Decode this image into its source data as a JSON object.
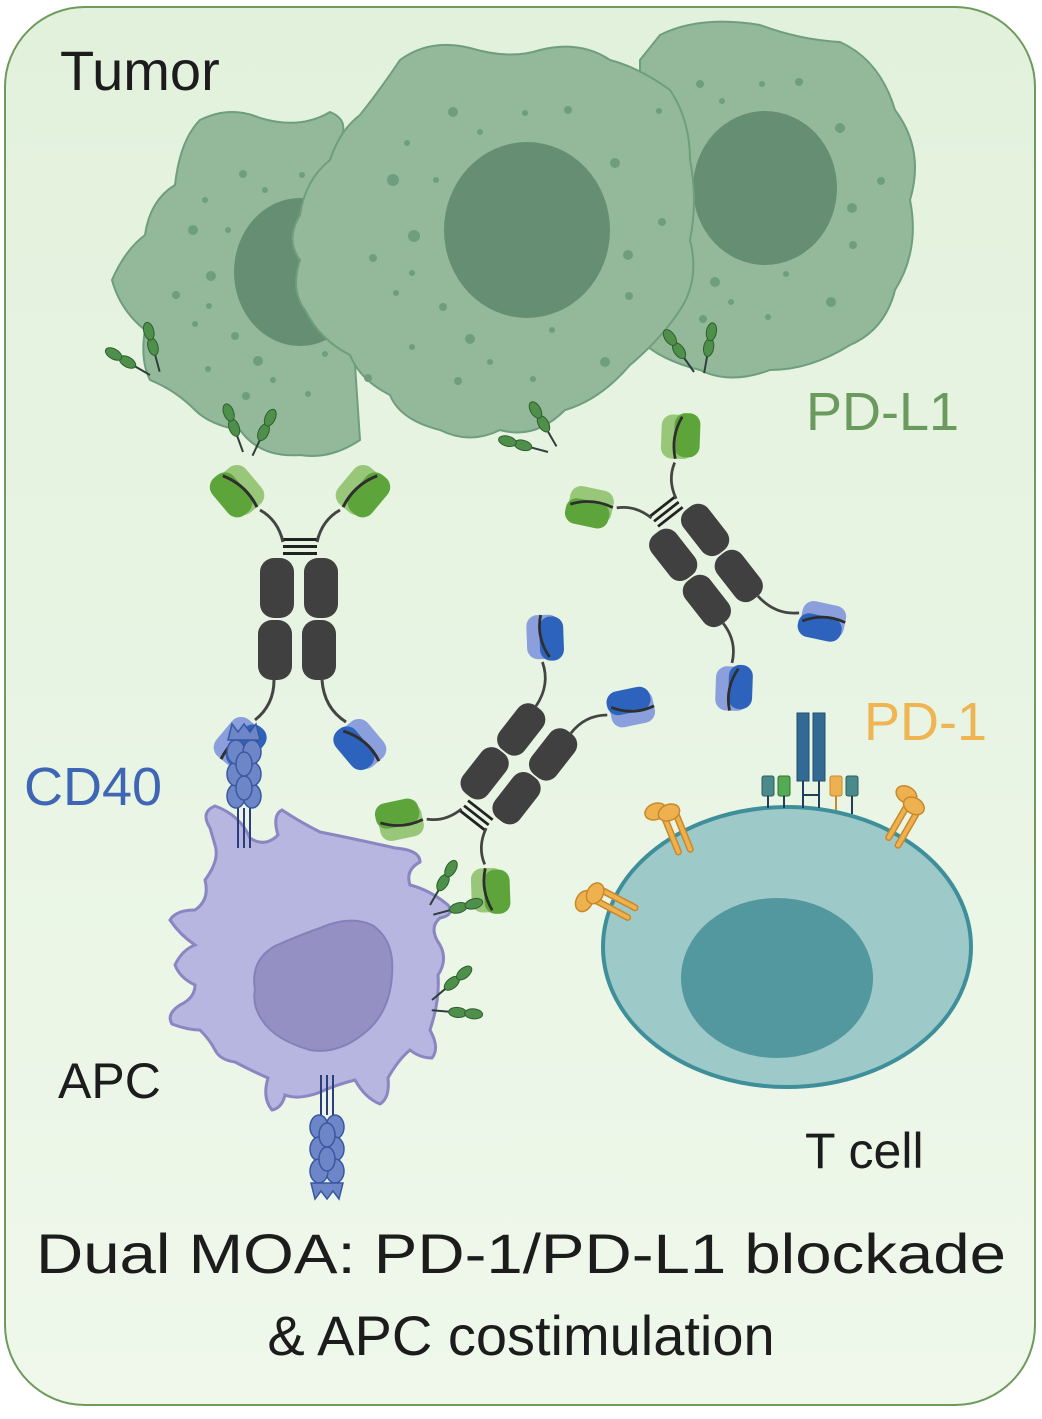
{
  "figure": {
    "colors": {
      "panel_bg_top": "#e2f1dc",
      "panel_bg_bottom": "#eef7ea",
      "panel_border": "#6e9a5c",
      "tumor_cell": "#94b99a",
      "tumor_outline": "#6e9e7e",
      "tumor_nucleus": "#658e73",
      "pdl1_ligand": "#4e8f4a",
      "antibody_fc": "#404040",
      "fab_green_light": "#98c77a",
      "fab_green_dark": "#5da43a",
      "fab_blue_light": "#8a9fdc",
      "fab_blue_dark": "#2d63bd",
      "apc_cell": "#b6b6e0",
      "apc_outline": "#8a86c2",
      "apc_nucleus": "#9490c4",
      "cd40_receptor": "#6d86c8",
      "tcell": "#9ec9c9",
      "tcell_outline": "#3f8f9a",
      "tcell_nucleus": "#53979f",
      "pd1_receptor": "#edb24f",
      "tcr": "#336a94",
      "label_dark": "#1c1c1c",
      "label_pdl1": "#6a9a5e",
      "label_pd1": "#efb553",
      "label_cd40": "#3e66b4"
    },
    "labels": {
      "tumor": "Tumor",
      "pdl1": "PD-L1",
      "pd1": "PD-1",
      "cd40": "CD40",
      "apc": "APC",
      "tcell": "T cell"
    },
    "caption": {
      "line1": "Dual MOA: PD-1/PD-L1 blockade",
      "line2": "& APC costimulation"
    },
    "icons": {
      "tumor_cells": "tumor-cell-icon",
      "antibody": "bispecific-antibody-icon",
      "apc": "antigen-presenting-cell-icon",
      "tcell": "t-cell-icon",
      "pdl1": "pd-l1-ligand-icon",
      "pd1": "pd-1-receptor-icon",
      "cd40": "cd40-receptor-icon",
      "tcr": "tcr-complex-icon"
    }
  }
}
